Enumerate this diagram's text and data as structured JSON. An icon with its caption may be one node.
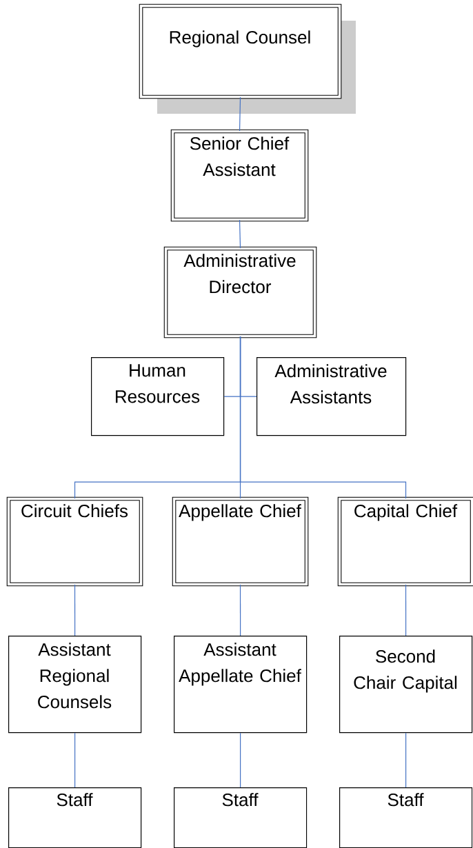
{
  "diagram": {
    "nodes": [
      {
        "text": [
          "Regional Counsel"
        ]
      },
      {
        "text": [
          "Senior Chief Assistant"
        ]
      },
      {
        "text": [
          "Administrative Director"
        ]
      },
      {
        "text": [
          "Human Resources"
        ]
      },
      {
        "text": [
          "Administrative Assistants"
        ]
      },
      {
        "text": [
          "Circuit Chiefs"
        ]
      },
      {
        "text": [
          "Appellate Chief"
        ]
      },
      {
        "text": [
          "Capital Chief"
        ]
      },
      {
        "text": [
          "Assistant Regional Counsels"
        ]
      },
      {
        "text": [
          "Assistant Appellate Chief"
        ]
      },
      {
        "text": [
          "Second Chair Capital"
        ]
      },
      {
        "text": [
          "Staff"
        ]
      },
      {
        "text": [
          "Staff"
        ]
      },
      {
        "text": [
          "Staff"
        ]
      }
    ],
    "edges": [
      {
        "from": 0,
        "to": 1,
        "arrow": "none"
      },
      {
        "from": 1,
        "to": 2,
        "arrow": "none"
      },
      {
        "from": 2,
        "to": 3,
        "arrow": "none"
      },
      {
        "from": 2,
        "to": 4,
        "arrow": "none"
      },
      {
        "from": 2,
        "to": 5,
        "arrow": "none"
      },
      {
        "from": 2,
        "to": 6,
        "arrow": "none"
      },
      {
        "from": 2,
        "to": 7,
        "arrow": "none"
      },
      {
        "from": 5,
        "to": 8,
        "arrow": "none"
      },
      {
        "from": 6,
        "to": 9,
        "arrow": "none"
      },
      {
        "from": 7,
        "to": 10,
        "arrow": "none"
      },
      {
        "from": 8,
        "to": 11,
        "arrow": "none"
      },
      {
        "from": 9,
        "to": 12,
        "arrow": "none"
      },
      {
        "from": 10,
        "to": 13,
        "arrow": "none"
      }
    ]
  }
}
